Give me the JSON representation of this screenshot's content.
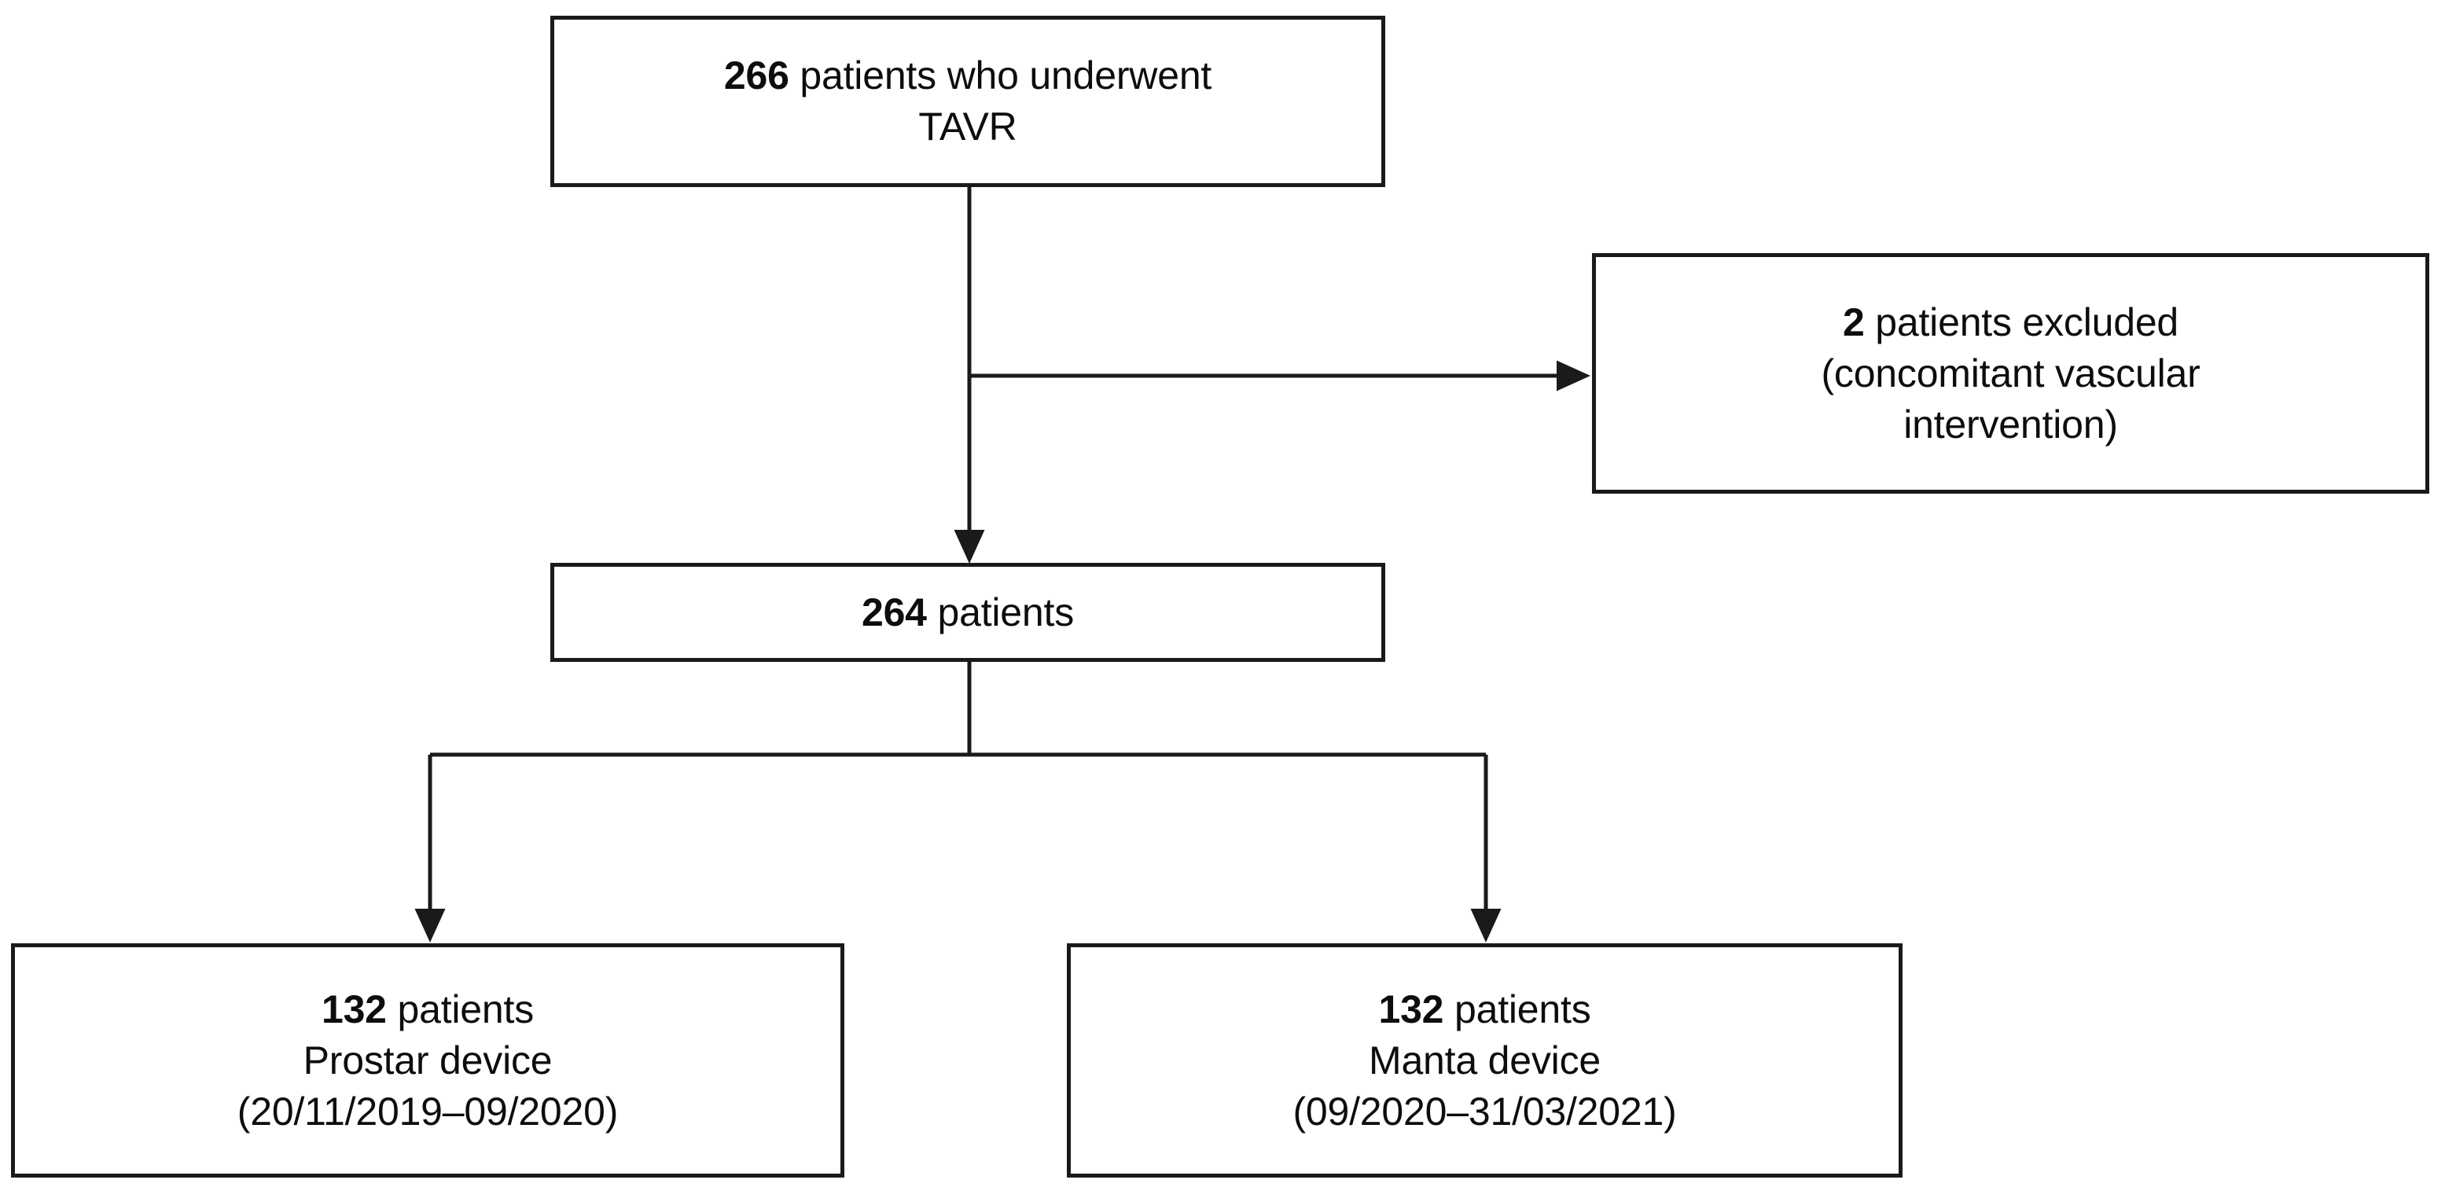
{
  "chart_data": {
    "type": "diagram",
    "title": "TAVR patient enrollment flow diagram",
    "nodes": [
      {
        "id": "tavr",
        "count": "266",
        "lines": [
          "266 patients who underwent",
          "TAVR"
        ],
        "count_text": "266",
        "rest_line1": " patients who underwent",
        "line2": "TAVR"
      },
      {
        "id": "excluded",
        "count": "2",
        "lines": [
          "2 patients excluded",
          "(concomitant vascular",
          "intervention)"
        ],
        "count_text": "2",
        "rest_line1": " patients excluded",
        "line2": "(concomitant vascular",
        "line3": "intervention)"
      },
      {
        "id": "eligible",
        "count": "264",
        "lines": [
          "264 patients"
        ],
        "count_text": "264",
        "rest_line1": " patients"
      },
      {
        "id": "prostar",
        "count": "132",
        "lines": [
          "132 patients",
          "Prostar device",
          "(20/11/2019–09/2020)"
        ],
        "count_text": "132",
        "rest_line1": " patients",
        "line2": "Prostar device",
        "line3": "(20/11/2019–09/2020)"
      },
      {
        "id": "manta",
        "count": "132",
        "lines": [
          "132 patients",
          "Manta device",
          "(09/2020–31/03/2021)"
        ],
        "count_text": "132",
        "rest_line1": " patients",
        "line2": "Manta device",
        "line3": "(09/2020–31/03/2021)"
      }
    ],
    "edges": [
      {
        "from": "tavr",
        "to": "excluded",
        "label": ""
      },
      {
        "from": "tavr",
        "to": "eligible",
        "label": ""
      },
      {
        "from": "eligible",
        "to": "prostar",
        "label": ""
      },
      {
        "from": "eligible",
        "to": "manta",
        "label": ""
      }
    ]
  },
  "flowchart": {
    "tavr": {
      "count": "266",
      "rest_line1": " patients who underwent",
      "line2": "TAVR"
    },
    "excluded": {
      "count": "2",
      "rest_line1": " patients excluded",
      "line2": "(concomitant vascular",
      "line3": "intervention)"
    },
    "eligible": {
      "count": "264",
      "rest_line1": " patients"
    },
    "prostar": {
      "count": "132",
      "rest_line1": " patients",
      "line2": "Prostar device",
      "line3": "(20/11/2019–09/2020)"
    },
    "manta": {
      "count": "132",
      "rest_line1": " patients",
      "line2": "Manta device",
      "line3": "(09/2020–31/03/2021)"
    }
  },
  "colors": {
    "border": "#1a1a1a",
    "text": "#0d0d0d",
    "background": "#ffffff",
    "connector": "#1a1a1a"
  }
}
